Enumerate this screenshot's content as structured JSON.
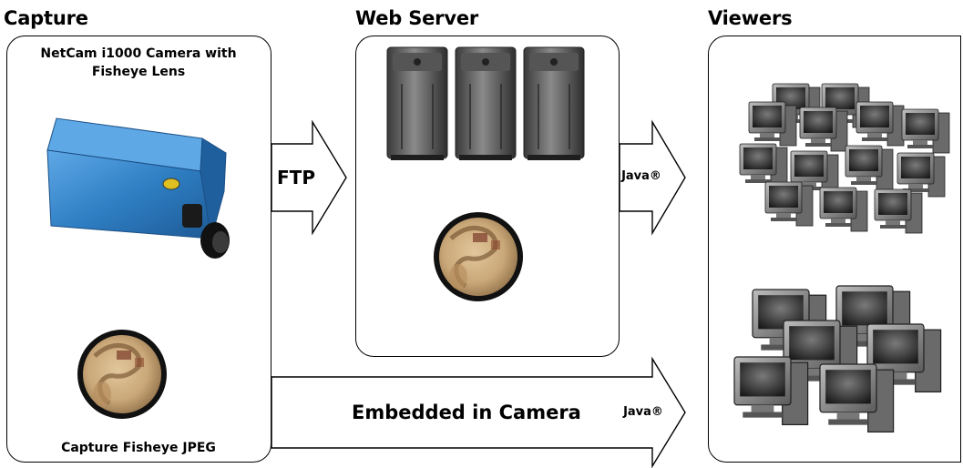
{
  "sections": {
    "capture": {
      "title": "Capture",
      "camera_caption": "NetCam i1000 Camera with Fisheye Lens",
      "jpeg_caption": "Capture Fisheye JPEG"
    },
    "web_server": {
      "title": "Web Server"
    },
    "viewers": {
      "title": "Viewers"
    }
  },
  "arrows": {
    "ftp": {
      "label": "FTP"
    },
    "server_to_viewers": {
      "label": "Java®"
    },
    "embedded": {
      "label": "Embedded in Camera",
      "protocol": "Java®"
    }
  },
  "colors": {
    "camera_body": "#2f7fc4",
    "fisheye_tint": "#c9a778",
    "server_gray": "#6d6d6d"
  },
  "icons": [
    "netcam-camera-icon",
    "fisheye-image-icon",
    "server-tower-icon",
    "computer-monitor-icon"
  ]
}
